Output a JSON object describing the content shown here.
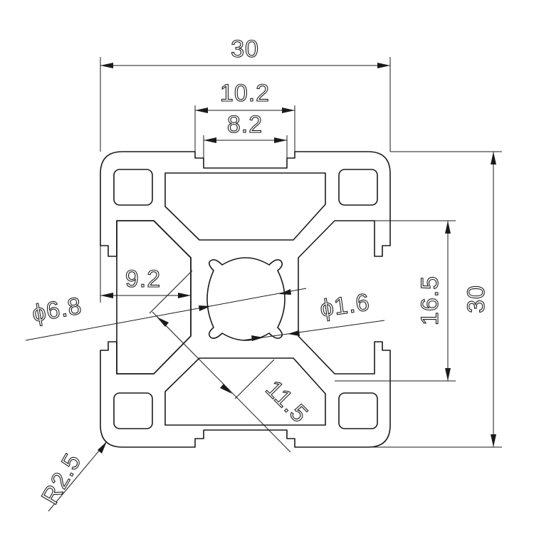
{
  "labels": {
    "width_overall": "30",
    "height_overall": "30",
    "slot_outer_width": "10.2",
    "slot_inner_width": "8.2",
    "inner_height": "16.5",
    "wall_offset": "9.2",
    "center_bore_diameter": "ϕ6.8",
    "small_hole_diameter": "ϕ1.6",
    "diagonal_length": "11.5",
    "corner_radius": "R2.5"
  },
  "colors": {
    "line": "#1a1a1a",
    "background": "#ffffff"
  }
}
